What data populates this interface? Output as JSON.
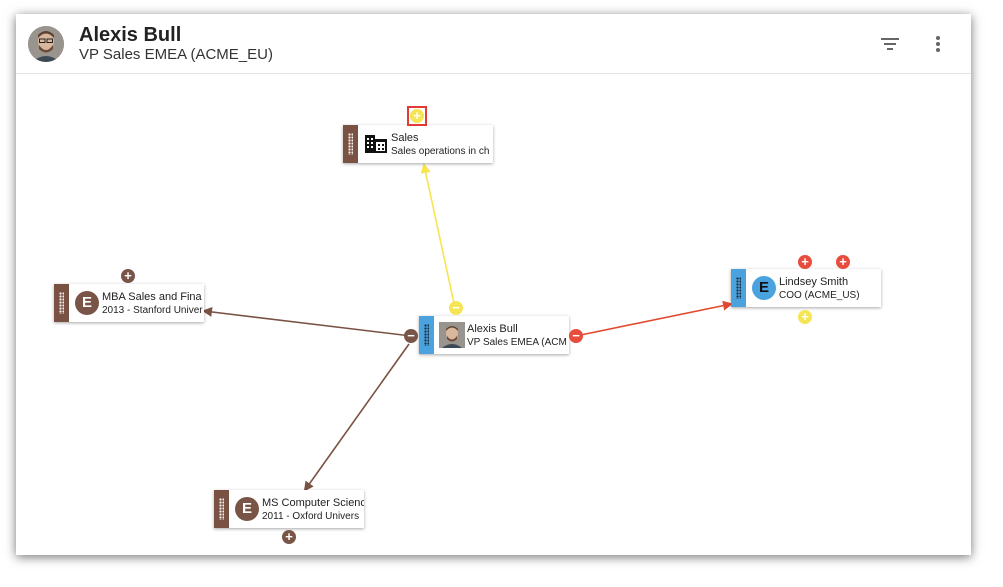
{
  "header": {
    "title": "Alexis Bull",
    "subtitle": "VP Sales EMEA (ACME_EU)",
    "filter_icon": "filter-list-icon",
    "more_icon": "more-vert-icon"
  },
  "colors": {
    "brown": "#795548",
    "blue": "#4aa3df",
    "yellow": "#f5e554",
    "red": "#e74c3c"
  },
  "nodes": {
    "sales": {
      "line1": "Sales",
      "line2": "Sales operations in ch",
      "icon": "building-icon"
    },
    "alexis": {
      "line1": "Alexis Bull",
      "line2": "VP Sales EMEA (ACM",
      "icon": "avatar"
    },
    "lindsey": {
      "line1": "Lindsey Smith",
      "line2": "COO (ACME_US)",
      "letter": "E"
    },
    "mba": {
      "line1": "MBA Sales and Fina",
      "line2": "2013 - Stanford Univer",
      "letter": "E"
    },
    "ms": {
      "line1": "MS Computer Scienc",
      "line2": "2011 - Oxford Univers",
      "letter": "E"
    }
  },
  "controls": {
    "plus": "+",
    "minus": "−"
  }
}
